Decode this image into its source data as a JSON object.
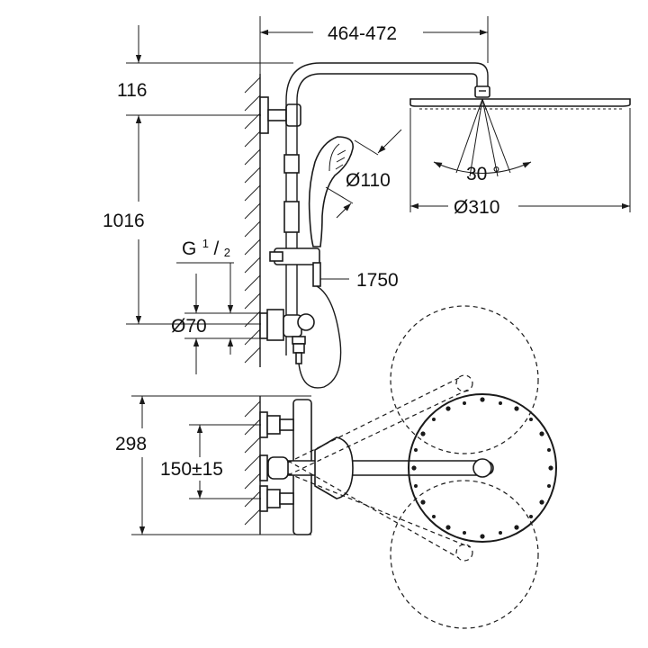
{
  "dimensions": {
    "width_range": "464-472",
    "top_offset": "116",
    "column_height": "1016",
    "thread_prefix": "G",
    "thread_num": "1",
    "thread_den": "2",
    "escutcheon_diameter": "Ø70",
    "hand_shower_diameter": "Ø110",
    "head_shower_diameter": "Ø310",
    "tilt_angle": "30 °",
    "hose_length": "1750",
    "plan_depth": "298",
    "inlet_spacing": "150±15"
  },
  "colors": {
    "line": "#1a1a1a",
    "background": "#ffffff"
  }
}
